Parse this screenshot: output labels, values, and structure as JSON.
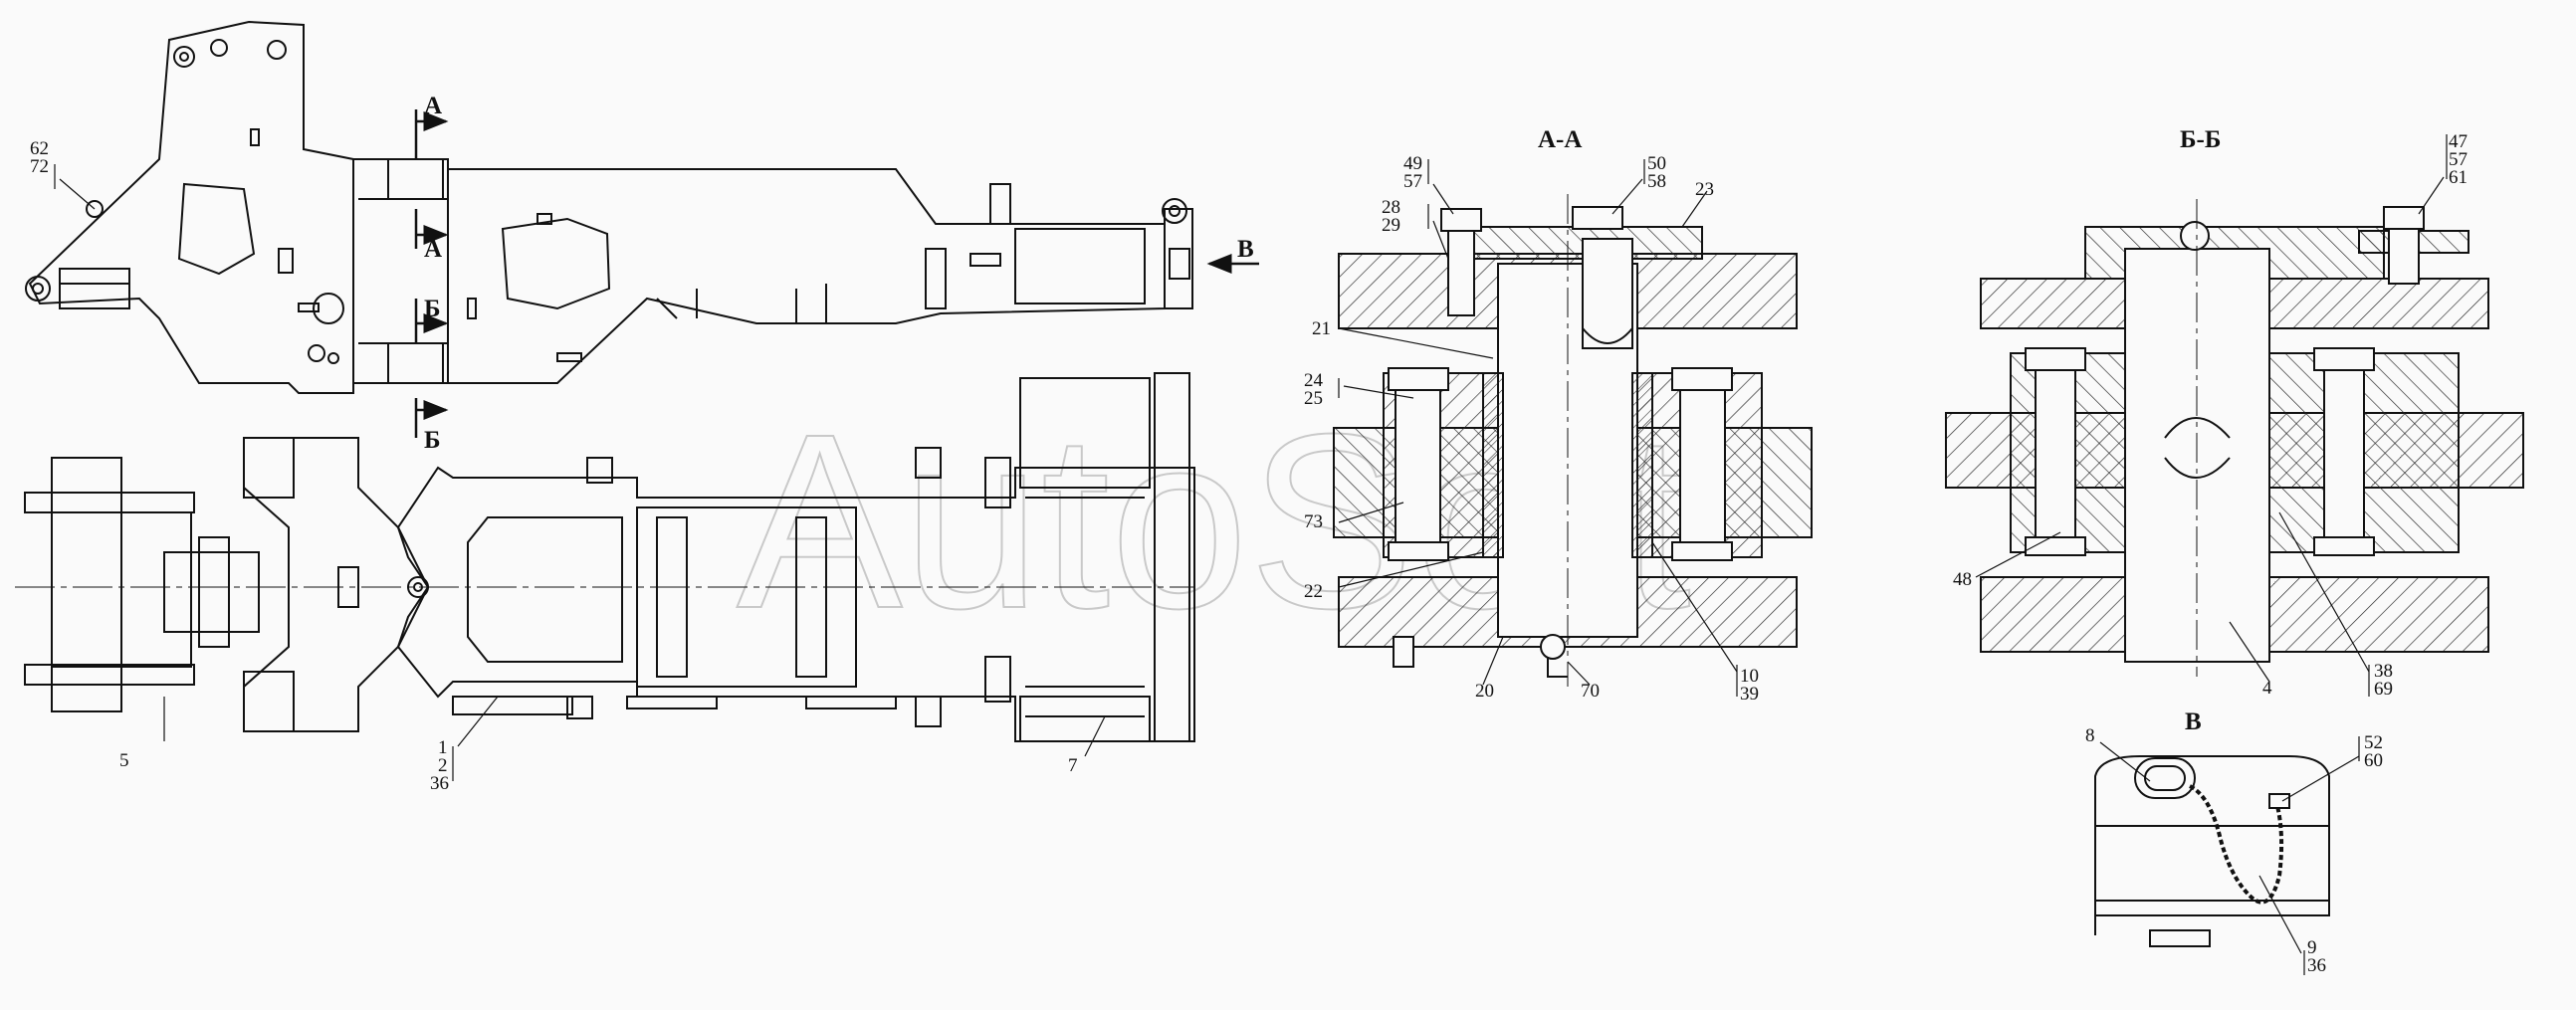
{
  "watermark": "AutoSoft",
  "section_titles": {
    "aa": "А-А",
    "bb": "Б-Б",
    "v": "В"
  },
  "cut_markers": {
    "a_top": "А",
    "a_bottom": "А",
    "b_top": "Б",
    "b_bottom": "Б",
    "v": "В"
  },
  "callouts": {
    "c62_72": [
      "62",
      "72"
    ],
    "c5": "5",
    "c1_2_36": [
      "1",
      "2",
      "36"
    ],
    "c7": "7",
    "c49_57": [
      "49",
      "57"
    ],
    "c28_29": [
      "28",
      "29"
    ],
    "c50_58": [
      "50",
      "58"
    ],
    "c23": "23",
    "c21": "21",
    "c24_25": [
      "24",
      "25"
    ],
    "c73": "73",
    "c22": "22",
    "c20": "20",
    "c70": "70",
    "c10_39": [
      "10",
      "39"
    ],
    "c47_57_61": [
      "47",
      "57",
      "61"
    ],
    "c48": "48",
    "c4": "4",
    "c38_69": [
      "38",
      "69"
    ],
    "c8": "8",
    "c52_60": [
      "52",
      "60"
    ],
    "c9_36": [
      "9",
      "36"
    ]
  }
}
